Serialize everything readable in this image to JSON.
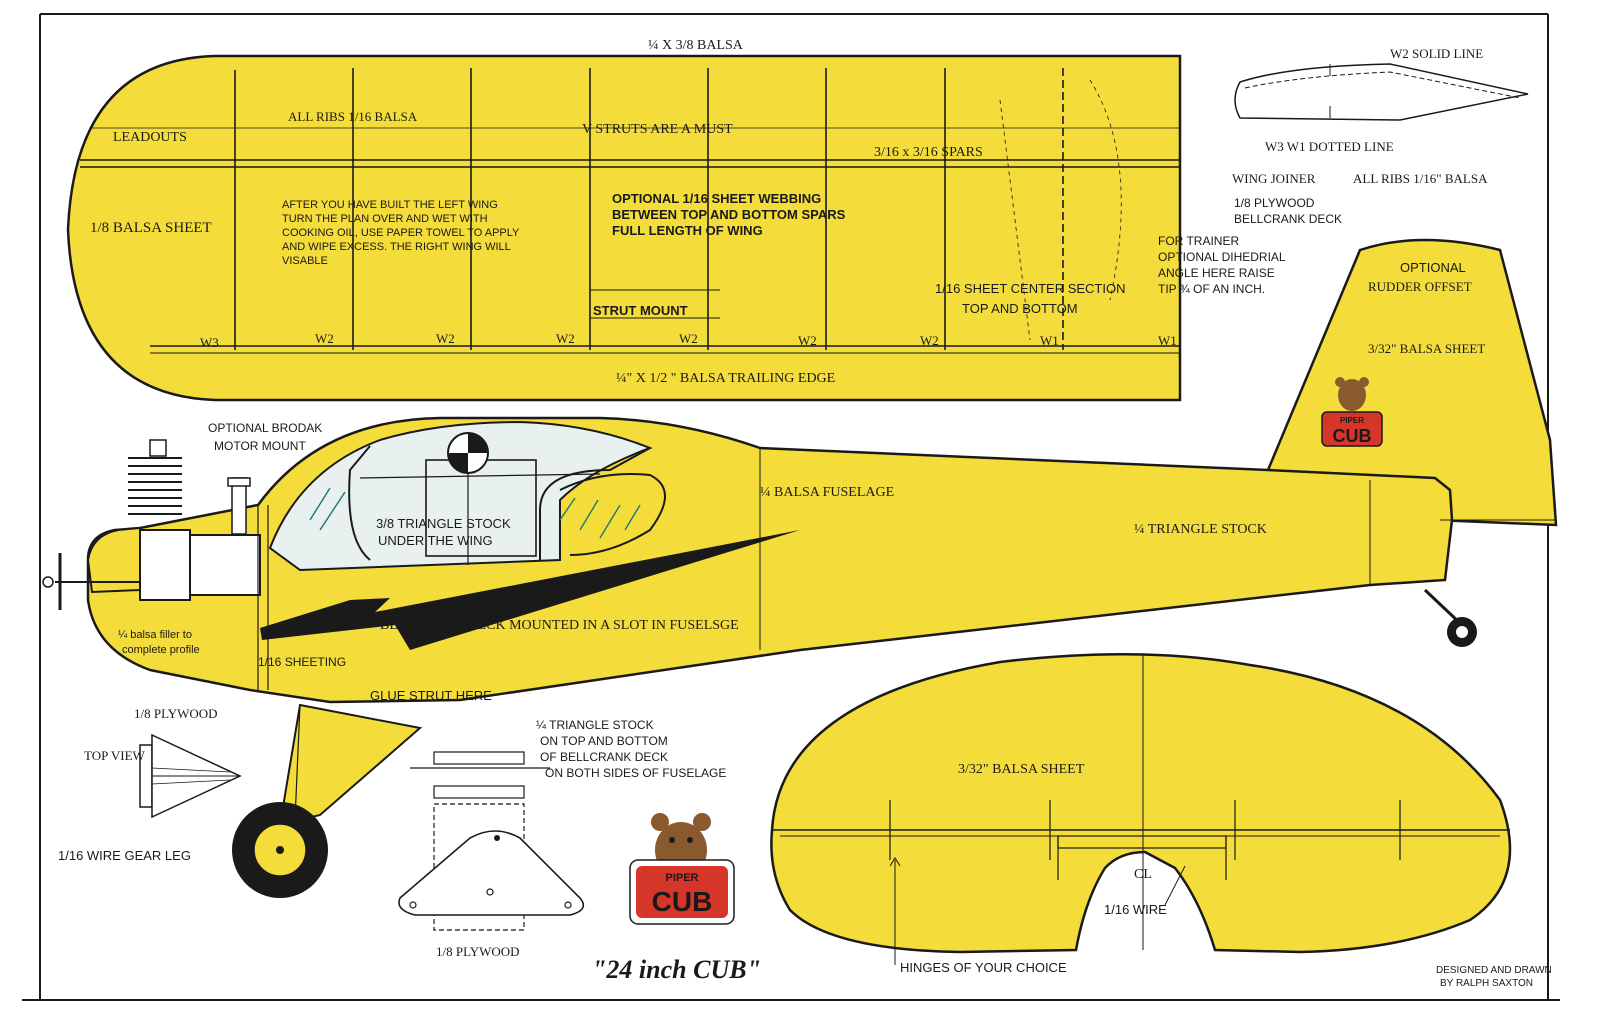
{
  "colors": {
    "balsa": "#f4dc3a",
    "balsa_light": "#f8e658",
    "ink": "#1a1a1a",
    "canopy": "#e8f0f0",
    "logo_red": "#d6362a",
    "logo_bear": "#8a5a2e",
    "paper": "#ffffff"
  },
  "wing": {
    "top_spar_label": "¼ X 3/8 BALSA",
    "ribs_label": "ALL RIBS 1/16 BALSA",
    "leadouts": "LEADOUTS",
    "v_struts": "V STRUTS ARE A MUST",
    "spars": "3/16 x 3/16 SPARS",
    "balsa_sheet": "1/8  BALSA SHEET",
    "note_lines": [
      "AFTER YOU HAVE BUILT THE LEFT WING",
      "TURN THE PLAN OVER AND WET WITH",
      "COOKING OIL, USE PAPER TOWEL TO APPLY",
      "AND WIPE EXCESS. THE RIGHT WING WILL",
      "VISABLE"
    ],
    "webbing_lines": [
      "OPTIONAL 1/16 SHEET WEBBING",
      "BETWEEN TOP AND BOTTOM SPARS",
      "FULL LENGTH OF WING"
    ],
    "strut_mount": "STRUT MOUNT",
    "center_lines": [
      "1/16 SHEET CENTER SECTION",
      "TOP AND BOTTOM"
    ],
    "rib_labels": [
      "W3",
      "W2",
      "W2",
      "W2",
      "W2",
      "W2",
      "W2",
      "W1",
      "W1"
    ],
    "trailing_edge": "¼\" X 1/2 \" BALSA TRAILING EDGE"
  },
  "rib_key": {
    "solid": "W2 SOLID LINE",
    "dotted": "W3  W1 DOTTED LINE"
  },
  "side_notes": {
    "wing_joiner": "WING JOINER",
    "all_ribs": "ALL RIBS 1/16\" BALSA",
    "plywood_lines": [
      "1/8 PLYWOOD",
      "BELLCRANK DECK"
    ],
    "trainer_lines": [
      "FOR TRAINER",
      "OPTIONAL DIHEDRIAL",
      "ANGLE HERE RAISE",
      "TIP ¾ OF AN INCH."
    ]
  },
  "fuselage": {
    "motor_mount_lines": [
      "OPTIONAL BRODAK",
      "MOTOR MOUNT"
    ],
    "fuse_label": "¼ BALSA FUSELAGE",
    "triangle_lines": [
      "3/8 TRIANGLE STOCK",
      "UNDER THE WING"
    ],
    "quarter_triangle": "¼ TRIANGLE STOCK",
    "bellcrank_slot": "BELLCRANK DECK MOUNTED IN A SLOT IN FUSELSGE",
    "filler_lines": [
      "¼ balsa filler to",
      "complete profile"
    ],
    "sheeting": "1/16 SHEETING",
    "glue_strut": "GLUE STRUT HERE"
  },
  "tail": {
    "rudder_lines": [
      "OPTIONAL",
      "RUDDER OFFSET"
    ],
    "balsa_sheet": "3/32\" BALSA SHEET",
    "badge_small": "PIPER",
    "badge_big": "CUB"
  },
  "gear": {
    "plywood": "1/8 PLYWOOD",
    "top_view": "TOP VIEW",
    "wire_leg": "1/16 WIRE GEAR LEG"
  },
  "bellcrank": {
    "note_lines": [
      "¼ TRIANGLE STOCK",
      "ON TOP AND BOTTOM",
      "OF BELLCRANK DECK",
      "ON BOTH SIDES OF FUSELAGE"
    ],
    "plywood": "1/8 PLYWOOD"
  },
  "logo": {
    "small": "PIPER",
    "big": "CUB"
  },
  "title": "\"24 inch CUB\"",
  "stab": {
    "balsa_sheet": "3/32\" BALSA SHEET",
    "centerline": "CL",
    "wire": "1/16 WIRE",
    "hinges": "HINGES OF YOUR CHOICE"
  },
  "credit_lines": [
    "DESIGNED AND DRAWN",
    "BY RALPH SAXTON"
  ]
}
